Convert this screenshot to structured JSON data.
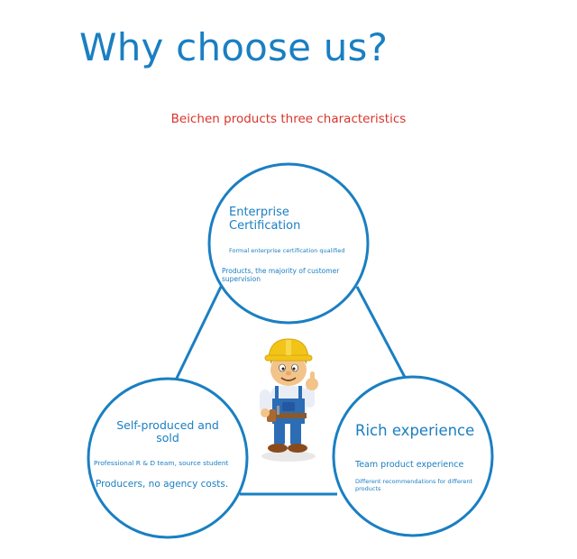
{
  "page": {
    "title": "Why choose us?",
    "subtitle": "Beichen products three characteristics"
  },
  "circles": {
    "top": {
      "title_line1": "Enterprise",
      "title_line2": "Certification",
      "line1": "Formal enterprise certification qualified",
      "line2": "Products, the majority of customer supervision"
    },
    "left": {
      "title_line1": "Self-produced and",
      "title_line2": "sold",
      "line1": "Professional R & D team, source student",
      "line2": "Producers, no agency costs."
    },
    "right": {
      "title": "Rich experience",
      "line1": "Team product experience",
      "line2": "Different recommendations for different products"
    }
  },
  "colors": {
    "accent": "#1a7fc2",
    "subtitle": "#d9342b",
    "helmet": "#f2c418",
    "overalls": "#2c6db5"
  },
  "icons": {
    "mascot": "construction-worker-thumbs-up"
  }
}
